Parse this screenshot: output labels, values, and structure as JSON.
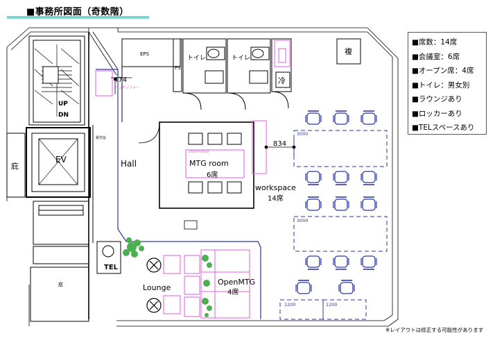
{
  "title": "■事務所図面（奇数階）",
  "accent_color": "#7fd3d0",
  "labels": {
    "eps": "EPS",
    "ps": "PS",
    "toilet_a": "トイレ",
    "toilet_b": "トイレ",
    "fuku": "複",
    "rei": "冷",
    "up": "UP",
    "dn": "DN",
    "niwa_left": "庇",
    "niwa_bottom": "庇",
    "ev": "EV",
    "hall": "Hall",
    "dim_474": "474",
    "dim_834": "834",
    "bench_sofa": "ベンチソファー",
    "mtg_room": "MTG room",
    "mtg_seats": "6席",
    "mtg_size": "2000×850",
    "workspace": "workspace",
    "workspace_seats": "14席",
    "desk_3000_a": "3000",
    "desk_3000_b": "3000",
    "desk_1200_a": "1200",
    "desk_1200_b": "1200",
    "tel": "TEL",
    "lounge": "Lounge",
    "open_mtg": "OpenMTG",
    "open_mtg_seats": "4席",
    "reception": "受付台"
  },
  "info": [
    "■席数：14席",
    "■会議室：6席",
    "■オープン席：4席",
    "■トイレ：男女別",
    "■ラウンジあり",
    "■ロッカーあり",
    "■TELスペースあり"
  ],
  "note": "※レイアウトは修正する可能性があります"
}
